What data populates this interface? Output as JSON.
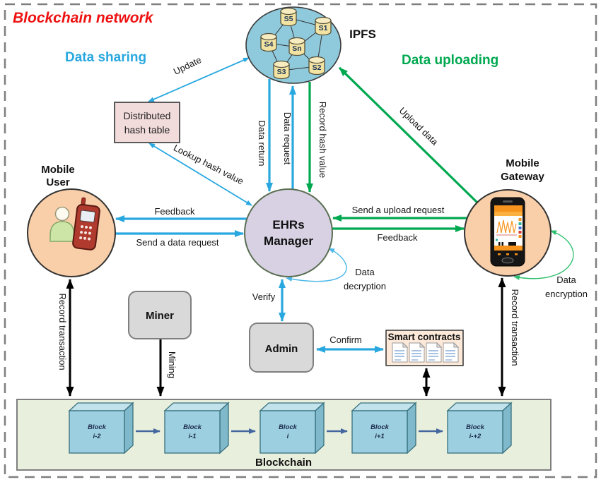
{
  "title": "Blockchain network",
  "legend": {
    "data_sharing": "Data sharing",
    "data_uploading": "Data uploading"
  },
  "ipfs": {
    "label": "IPFS",
    "nodes": [
      "S5",
      "S1",
      "S4",
      "Sn",
      "S3",
      "S2"
    ]
  },
  "nodes": {
    "dht": {
      "line1": "Distributed",
      "line2": "hash table"
    },
    "mobile_user": {
      "line1": "Mobile",
      "line2": "User"
    },
    "ehrs_manager": {
      "line1": "EHRs",
      "line2": "Manager"
    },
    "mobile_gateway": {
      "line1": "Mobile",
      "line2": "Gateway"
    },
    "miner": {
      "label": "Miner"
    },
    "admin": {
      "label": "Admin"
    },
    "smart_contracts": {
      "label": "Smart contracts"
    }
  },
  "edges": {
    "update": "Update",
    "lookup_hash": "Lookup hash value",
    "data_return": "Data return",
    "data_request": "Data request",
    "record_hash_value": "Record hash value",
    "upload_data": "Upload data",
    "feedback_user": "Feedback",
    "send_data_request": "Send a data request",
    "send_upload_request": "Send a upload request",
    "feedback_gateway": "Feedback",
    "data_decryption": {
      "line1": "Data",
      "line2": "decryption"
    },
    "data_encryption": {
      "line1": "Data",
      "line2": "encryption"
    },
    "verify": "Verify",
    "mining": "Mining",
    "confirm": "Confirm",
    "record_transaction_left": "Record transaction",
    "record_transaction_right": "Record transaction"
  },
  "blockchain": {
    "label": "Blockchain",
    "blocks": [
      {
        "line1": "Block",
        "line2": "i-2"
      },
      {
        "line1": "Block",
        "line2": "i-1"
      },
      {
        "line1": "Block",
        "line2": "i"
      },
      {
        "line1": "Block",
        "line2": "i+1"
      },
      {
        "line1": "Block",
        "line2": "i-+2"
      }
    ]
  },
  "colors": {
    "title_red": "#ee1111",
    "arrow_blue": "#29a8e0",
    "arrow_green": "#00a850",
    "arrow_black": "#000000",
    "block_arrow_steel": "#44679f",
    "ipfs_fill": "#8fc9dc",
    "cylinder_fill": "#f2e3a2",
    "peach_circle": "#f9cfa9",
    "ehrs_fill": "#d8d1e3",
    "dht_fill": "#f1dbdb",
    "gray_box": "#d9d9d9",
    "smart_contracts_fill": "#fce9d9",
    "blockchain_bg": "#e8efdc",
    "block_face": "#9ccfdf"
  }
}
